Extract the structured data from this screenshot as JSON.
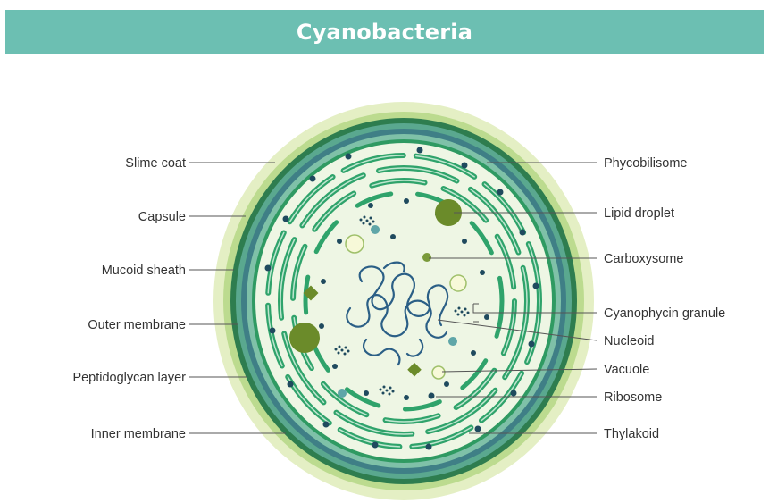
{
  "title": "Cyanobacteria",
  "labels_left": [
    "Slime coat",
    "Capsule",
    "Mucoid sheath",
    "Outer membrane",
    "Peptidoglycan layer",
    "Inner membrane"
  ],
  "labels_right": [
    "Phycobilisome",
    "Lipid droplet",
    "Carboxysome",
    "Cyanophycin granule",
    "Nucleoid",
    "Vacuole",
    "Ribosome",
    "Thylakoid"
  ],
  "colors": {
    "banner": "#6cbfb2",
    "slime_coat": "#dbe9b6",
    "capsule": "#b7d98a",
    "sheath": "#2e8b57",
    "wall": "#4a9e8c",
    "cytoplasm": "#eef6e4",
    "thylakoid": "#2fa36b",
    "nucleoid": "#2b5f86",
    "lipid": "#6b8b2a"
  }
}
